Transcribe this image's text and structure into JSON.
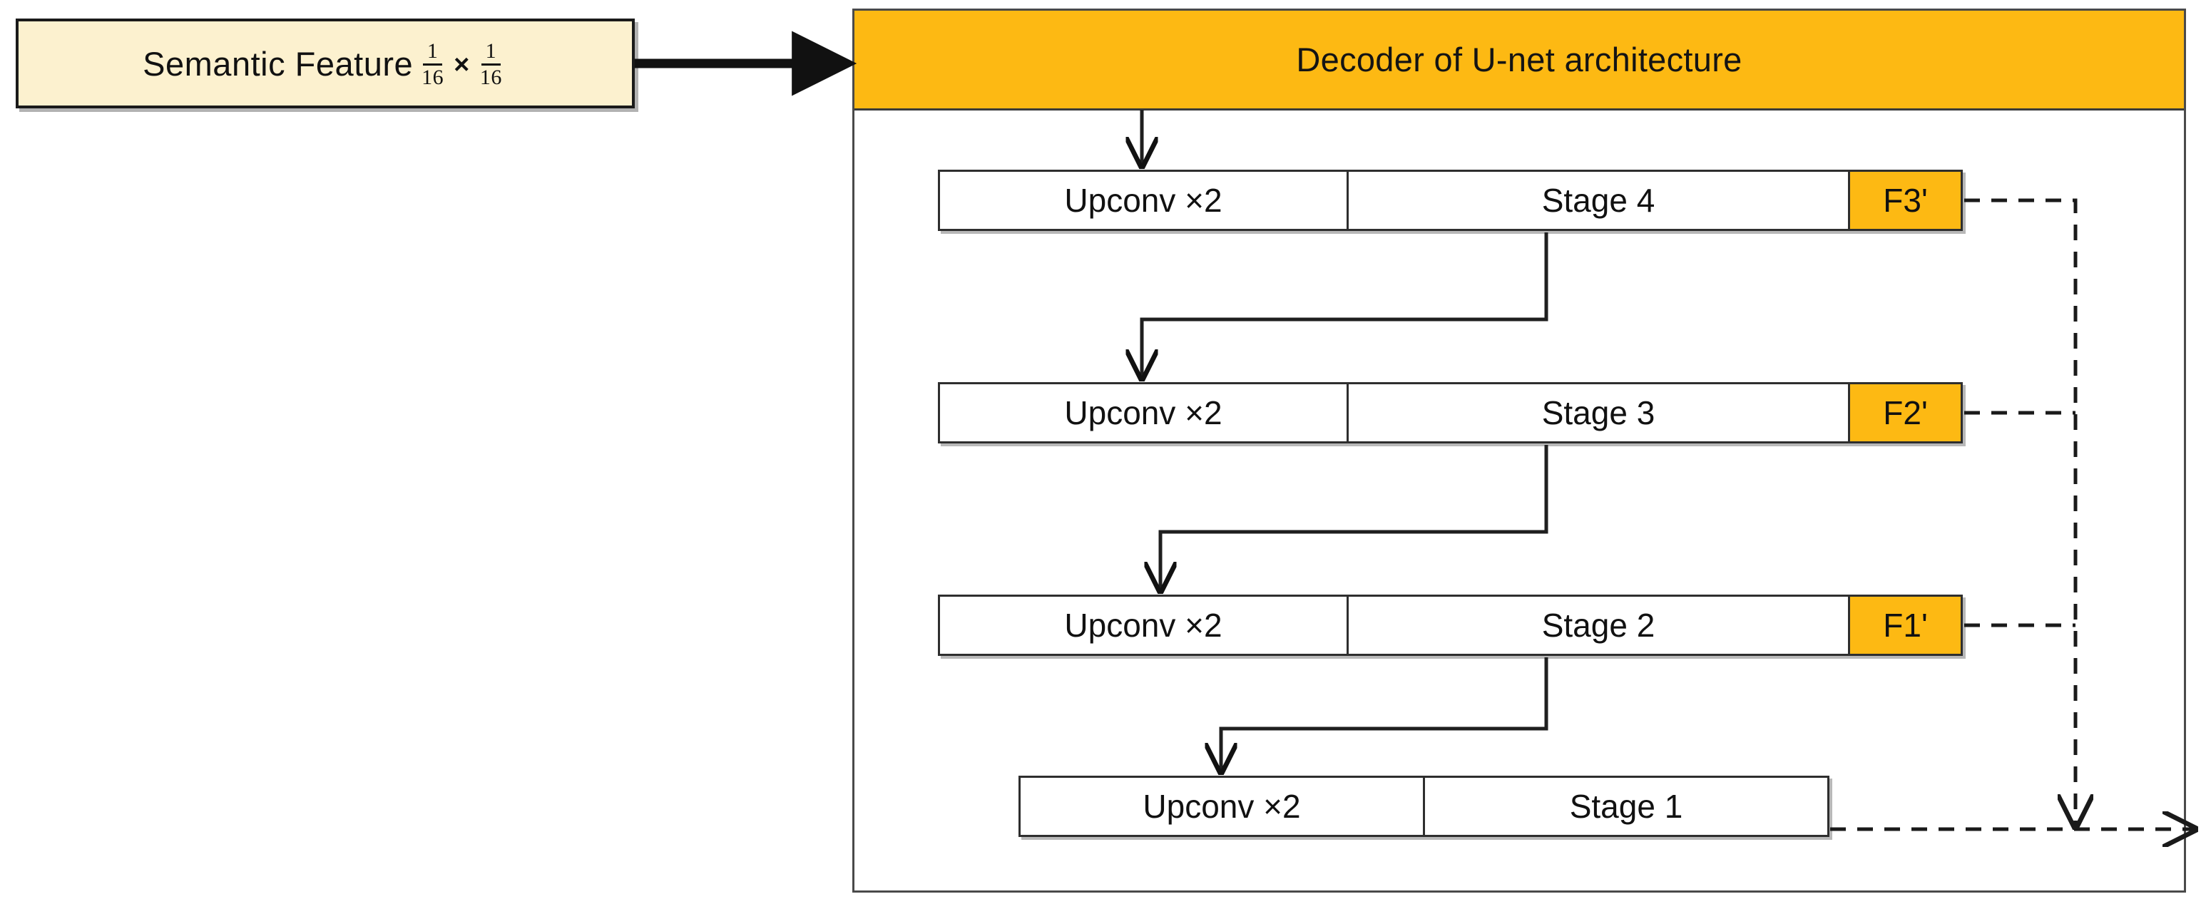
{
  "input_block": {
    "label": "Semantic Feature",
    "fraction_1": {
      "numerator": "1",
      "denominator": "16"
    },
    "multiply_symbol": "×",
    "fraction_2": {
      "numerator": "1",
      "denominator": "16"
    },
    "background_color": "#fcf1cf",
    "border_color": "#1a1a1a"
  },
  "decoder": {
    "title": "Decoder of U-net architecture",
    "header_color": "#fdb913",
    "border_color": "#4a4a4a",
    "rows": [
      {
        "upconv": "Upconv ×2",
        "stage": "Stage 4",
        "feature": "F3'",
        "feature_color": "#fdb913",
        "has_feature": true
      },
      {
        "upconv": "Upconv ×2",
        "stage": "Stage 3",
        "feature": "F2'",
        "feature_color": "#fdb913",
        "has_feature": true
      },
      {
        "upconv": "Upconv ×2",
        "stage": "Stage 2",
        "feature": "F1'",
        "feature_color": "#fdb913",
        "has_feature": true
      },
      {
        "upconv": "Upconv ×2",
        "stage": "Stage 1",
        "feature": "",
        "feature_color": "",
        "has_feature": false
      }
    ]
  },
  "connectors": {
    "input_arrow": "solid-arrow",
    "stage_arrows": "solid-elbow-arrow",
    "skip_arrows": "dashed-arrow",
    "line_color": "#1a1a1a"
  }
}
